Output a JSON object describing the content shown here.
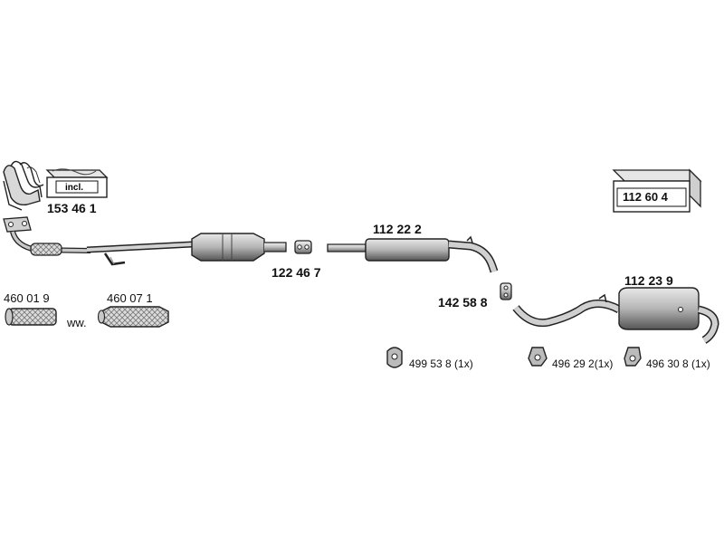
{
  "parts": {
    "manifold": {
      "number": "153 46 1",
      "box_label": "incl."
    },
    "gasket_a": {
      "number": "460 01 9"
    },
    "or_text": "ww.",
    "gasket_b": {
      "number": "460 07 1"
    },
    "clamp_front": {
      "number": "122 46 7"
    },
    "middle_silencer": {
      "number": "112 22 2"
    },
    "clamp_rear": {
      "number": "142 58 8"
    },
    "rear_silencer": {
      "number": "112 23 9"
    },
    "mounting_kit": {
      "number": "112 60 4"
    }
  },
  "hardware": [
    {
      "number": "499 53 8 (1x)"
    },
    {
      "number": "496 29 2(1x)"
    },
    {
      "number": "496 30 8 (1x)"
    }
  ]
}
